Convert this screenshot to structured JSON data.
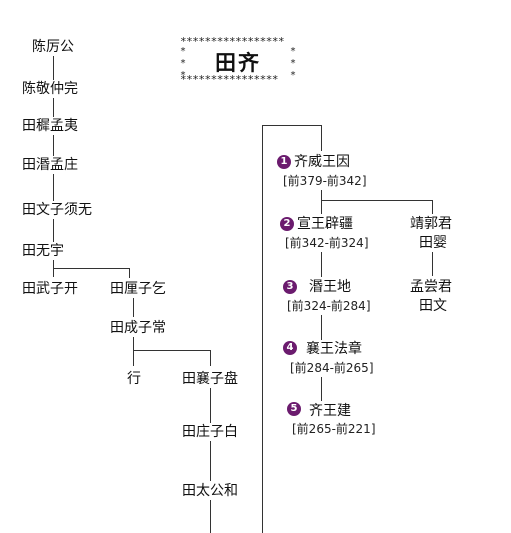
{
  "title": {
    "text": "田齐",
    "border_top": "*****************",
    "border_bottom": "****************",
    "side_left": [
      "*",
      "*",
      "*"
    ],
    "side_right": [
      "*",
      "*",
      "*"
    ]
  },
  "ancestors": [
    "陈厉公",
    "陈敬仲完",
    "田穉孟夷",
    "田湣孟庄",
    "田文子须无",
    "田无宇",
    "田武子开",
    "田厘子乞",
    "田成子常",
    "行",
    "田襄子盘",
    "田庄子白",
    "田太公和"
  ],
  "kings": [
    {
      "num": "1",
      "name": "齐威王因",
      "reign": "[前379-前342]"
    },
    {
      "num": "2",
      "name": "宣王辟疆",
      "reign": "[前342-前324]"
    },
    {
      "num": "3",
      "name": "湣王地",
      "reign": "[前324-前284]"
    },
    {
      "num": "4",
      "name": "襄王法章",
      "reign": "[前284-前265]"
    },
    {
      "num": "5",
      "name": "齐王建",
      "reign": "[前265-前221]"
    }
  ],
  "branch": [
    {
      "title": "靖郭君",
      "name": "田婴"
    },
    {
      "title": "孟尝君",
      "name": "田文"
    }
  ],
  "colors": {
    "badge": "#6b1b6e",
    "line": "#333333"
  }
}
